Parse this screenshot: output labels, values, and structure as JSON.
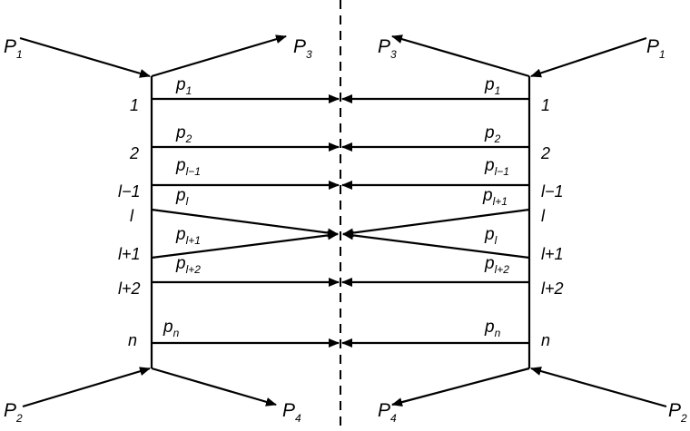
{
  "external_momenta": {
    "P1": {
      "base": "P",
      "sub": "1"
    },
    "P2": {
      "base": "P",
      "sub": "2"
    },
    "P3": {
      "base": "P",
      "sub": "3"
    },
    "P4": {
      "base": "P",
      "sub": "4"
    }
  },
  "rungs": {
    "r1": {
      "index": "1",
      "left": {
        "base": "p",
        "sub": "1"
      },
      "right": {
        "base": "p",
        "sub": "1"
      }
    },
    "r2": {
      "index": "2",
      "left": {
        "base": "p",
        "sub": "2"
      },
      "right": {
        "base": "p",
        "sub": "2"
      }
    },
    "rlm1": {
      "index": "l−1",
      "left": {
        "base": "p",
        "sub": "l−1"
      },
      "right": {
        "base": "p",
        "sub": "l−1"
      }
    },
    "rl": {
      "index": "l",
      "left": {
        "base": "p",
        "sub": "l"
      },
      "right": {
        "base": "p",
        "sub": "l+1"
      }
    },
    "rlp1": {
      "index": "l+1",
      "left": {
        "base": "p",
        "sub": "l+1"
      },
      "right": {
        "base": "p",
        "sub": "l"
      }
    },
    "rlp2": {
      "index": "l+2",
      "left": {
        "base": "p",
        "sub": "l+2"
      },
      "right": {
        "base": "p",
        "sub": "l+2"
      }
    },
    "rn": {
      "index": "n",
      "left": {
        "base": "p",
        "sub": "n"
      },
      "right": {
        "base": "p",
        "sub": "n"
      }
    }
  }
}
